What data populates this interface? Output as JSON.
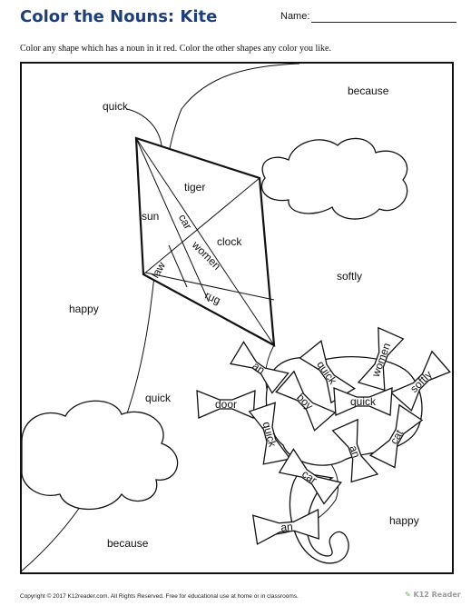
{
  "header": {
    "title": "Color the Nouns: Kite",
    "name_label": "Name:"
  },
  "instructions": "Color any shape which has a noun in it red. Color the other shapes any color you like.",
  "words": {
    "quick_top": "quick",
    "because_top": "because",
    "tiger": "tiger",
    "sun": "sun",
    "car_kite": "car",
    "clock": "clock",
    "women_kite": "women",
    "law": "law",
    "rug": "rug",
    "softly_mid": "softly",
    "happy_left": "happy",
    "quick_left": "quick",
    "because_bottom": "because",
    "happy_right": "happy",
    "bow_an_1": "an",
    "bow_quick_1": "quick",
    "bow_women": "women",
    "bow_softly": "softly",
    "bow_door": "door",
    "bow_boy": "boy",
    "bow_quick_2": "quick",
    "bow_quick_3": "quick",
    "bow_an_2": "an",
    "bow_cat": "cat",
    "bow_car": "car",
    "bow_an_3": "an"
  },
  "footer": {
    "copyright": "Copyright © 2017 K12reader.com. All Rights Reserved. Free for educational use at home or in classrooms.",
    "logo": "K12 Reader"
  }
}
